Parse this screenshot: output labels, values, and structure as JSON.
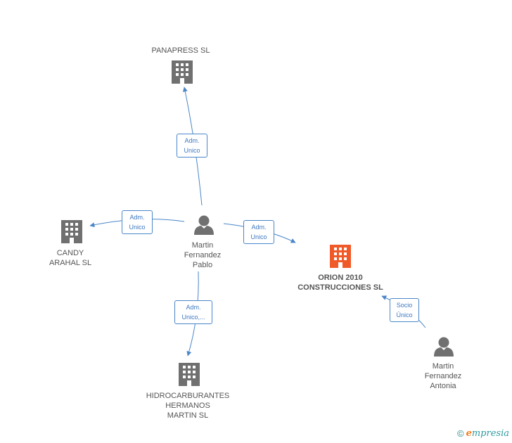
{
  "colors": {
    "edge": "#4a86c8",
    "company": "#707070",
    "focus_company": "#f05a28",
    "person": "#707070"
  },
  "nodes": {
    "panapress": {
      "label": "PANAPRESS SL",
      "icon": "building-icon"
    },
    "candy": {
      "label": "CANDY\nARAHAL SL",
      "icon": "building-icon"
    },
    "martin_pablo": {
      "label": "Martin\nFernandez\nPablo",
      "icon": "person-icon"
    },
    "orion": {
      "label": "ORION 2010\nCONSTRUCCIONES SL",
      "icon": "building-icon"
    },
    "hidrocarburantes": {
      "label": "HIDROCARBURANTES\nHERMANOS\nMARTIN SL",
      "icon": "building-icon"
    },
    "martin_antonia": {
      "label": "Martin\nFernandez\nAntonia",
      "icon": "person-icon"
    }
  },
  "edges": {
    "to_panapress": "Adm.\nUnico",
    "to_candy": "Adm.\nUnico",
    "to_orion": "Adm.\nUnico",
    "to_hidrocarburantes": "Adm.\nUnico,...",
    "antonia_to_orion": "Socio\nÚnico"
  },
  "footer": {
    "copyright": "©",
    "brand_initial": "e",
    "brand_rest": "mpresia"
  }
}
